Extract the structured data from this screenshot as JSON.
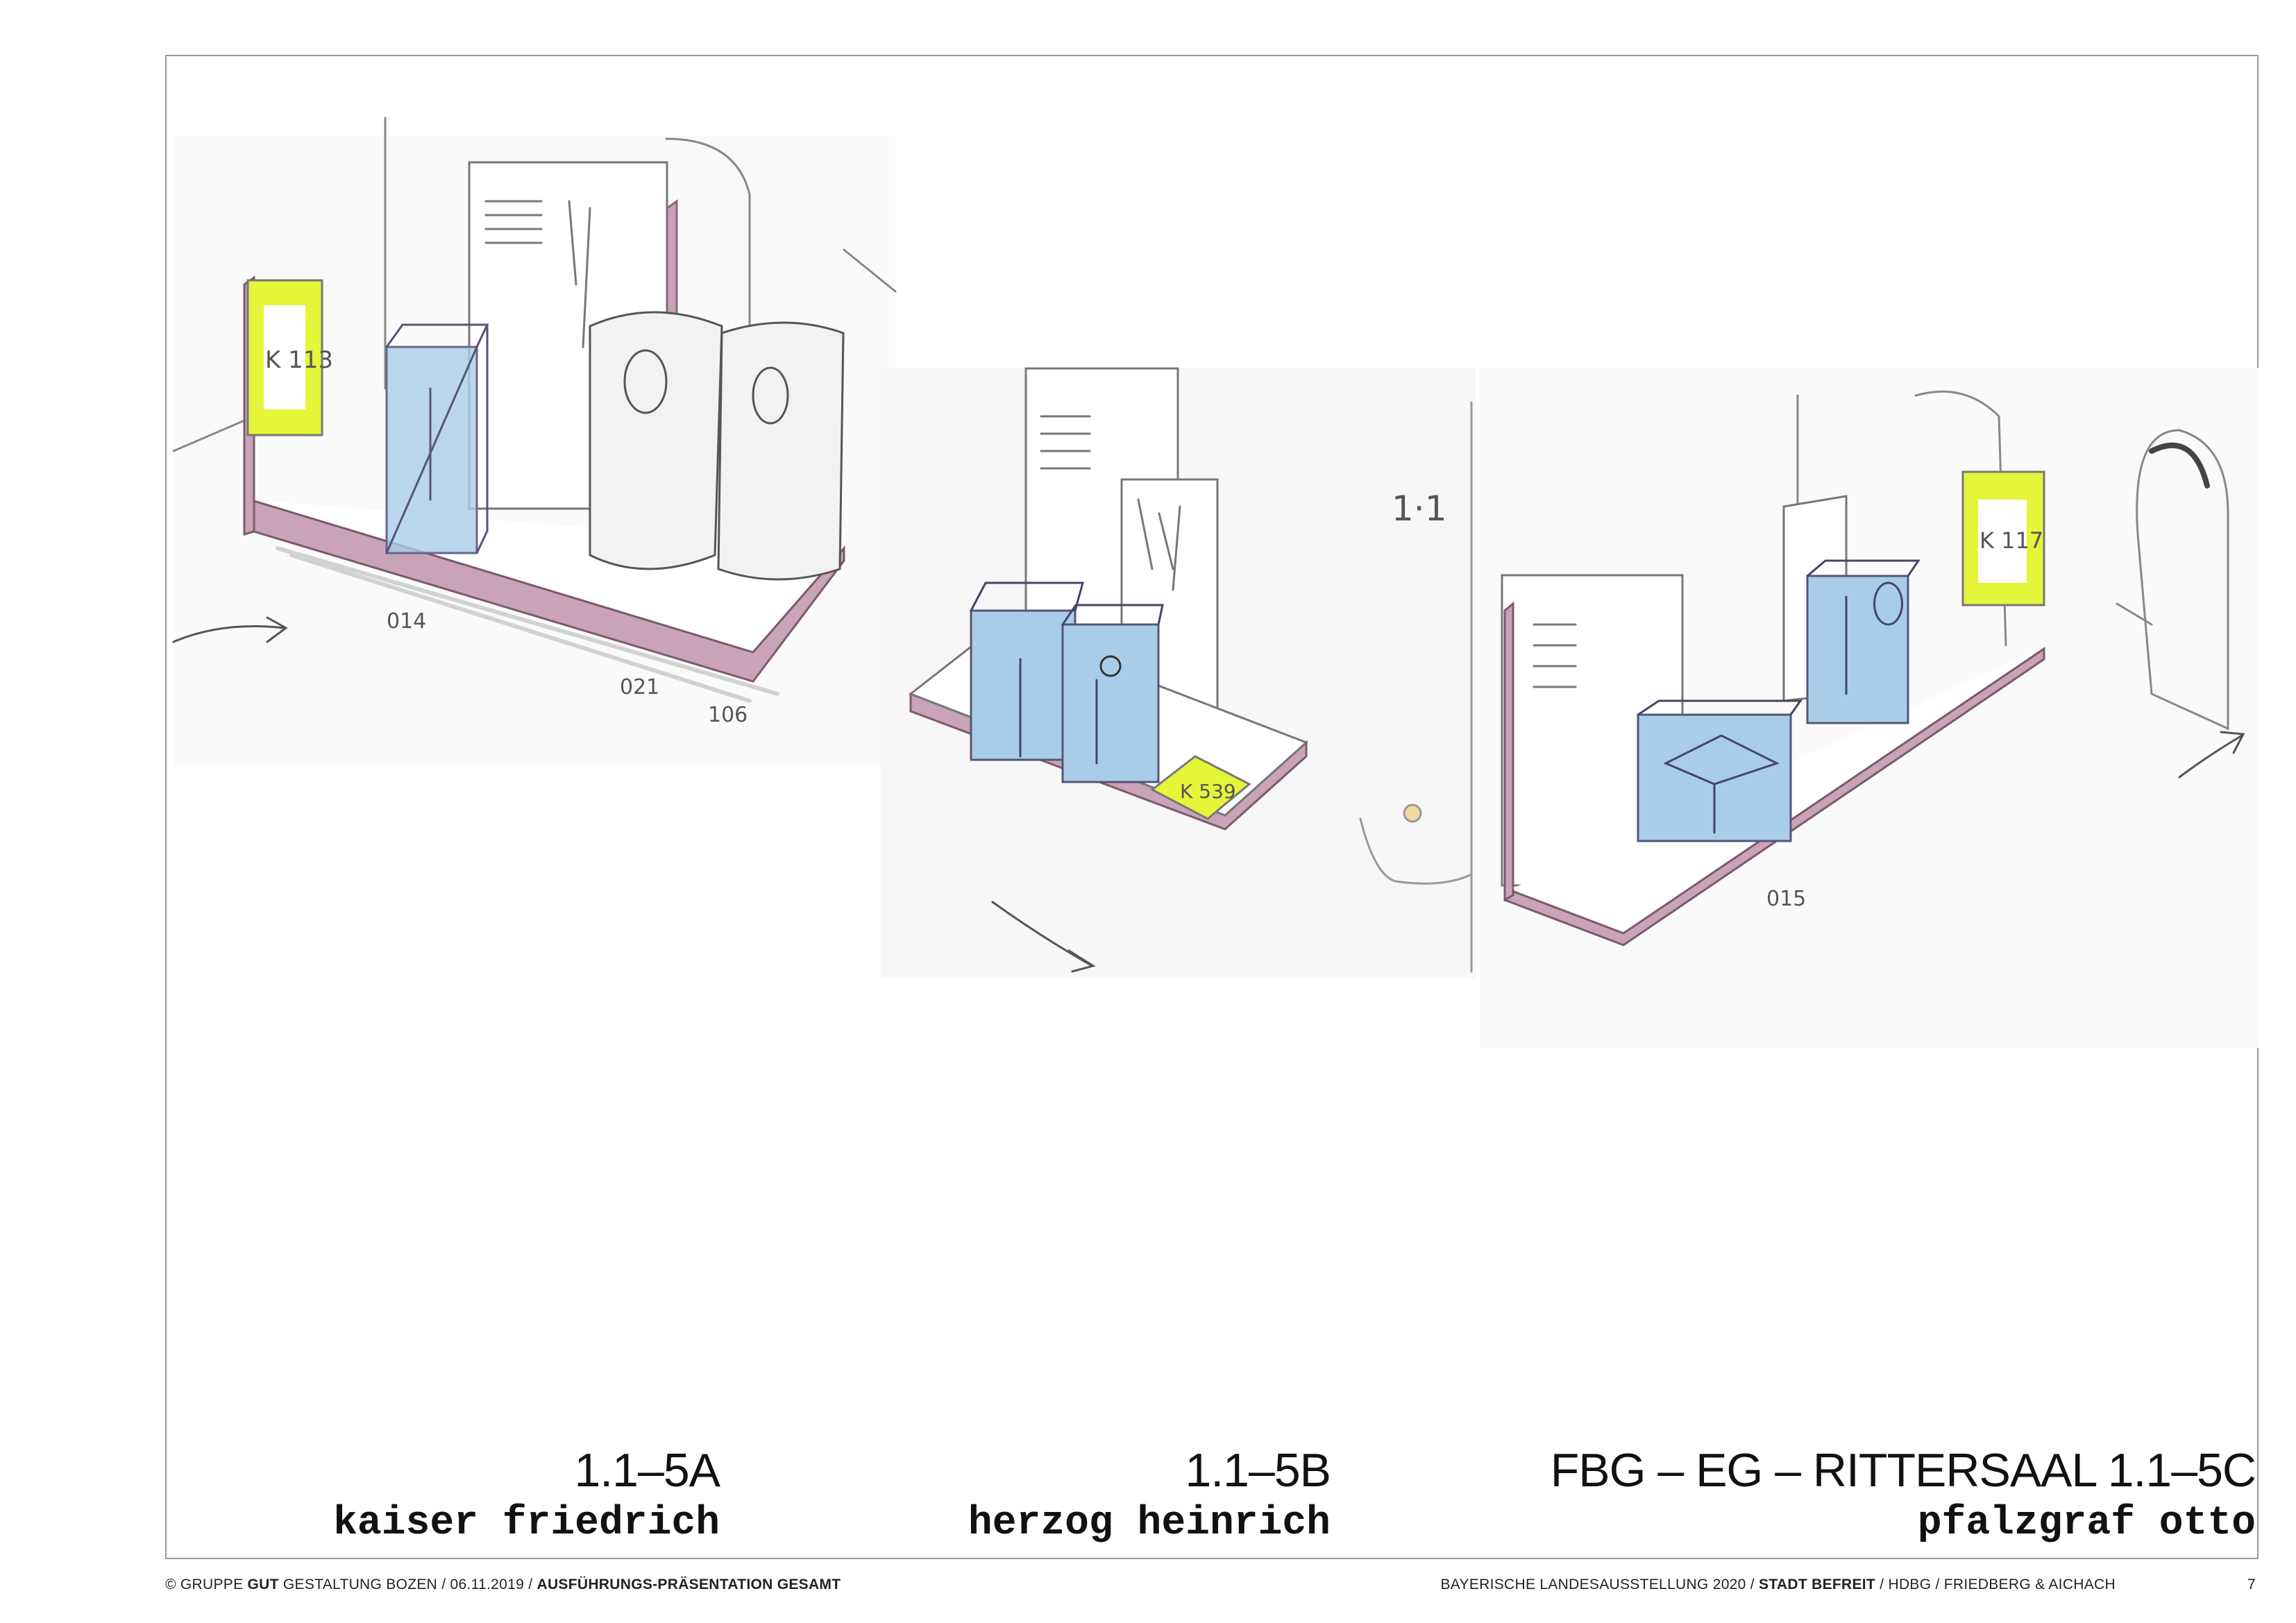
{
  "panels": [
    {
      "code": "1.1–5A",
      "name": "kaiser friedrich"
    },
    {
      "code": "1.1–5B",
      "name": "herzog heinrich"
    },
    {
      "code": "FBG – EG – RITTERSAAL 1.1–5C",
      "name": "pfalzgraf otto"
    }
  ],
  "sketch_notes": {
    "a_poster": "K 113",
    "a_obj1": "014",
    "a_obj2": "021",
    "a_obj3": "106",
    "b_poster": "K 539",
    "b_room": "1·1",
    "c_poster": "K 117",
    "c_obj": "015"
  },
  "footer": {
    "left_copyright": "© GRUPPE",
    "left_brand": "GUT",
    "left_rest": "GESTALTUNG BOZEN  /  06.11.2019 /",
    "left_title": "AUSFÜHRUNGS-PRÄSENTATION GESAMT",
    "right_exhibition": "BAYERISCHE LANDESAUSSTELLUNG 2020  /",
    "right_project": "STADT BEFREIT",
    "right_rest": "/  HDBG  /  FRIEDBERG & AICHACH",
    "page_number": "7"
  },
  "colors": {
    "platform": "#c9a3b8",
    "vitrine": "#a9cde8",
    "poster": "#e4f53a",
    "frame": "#9a9a9a"
  }
}
